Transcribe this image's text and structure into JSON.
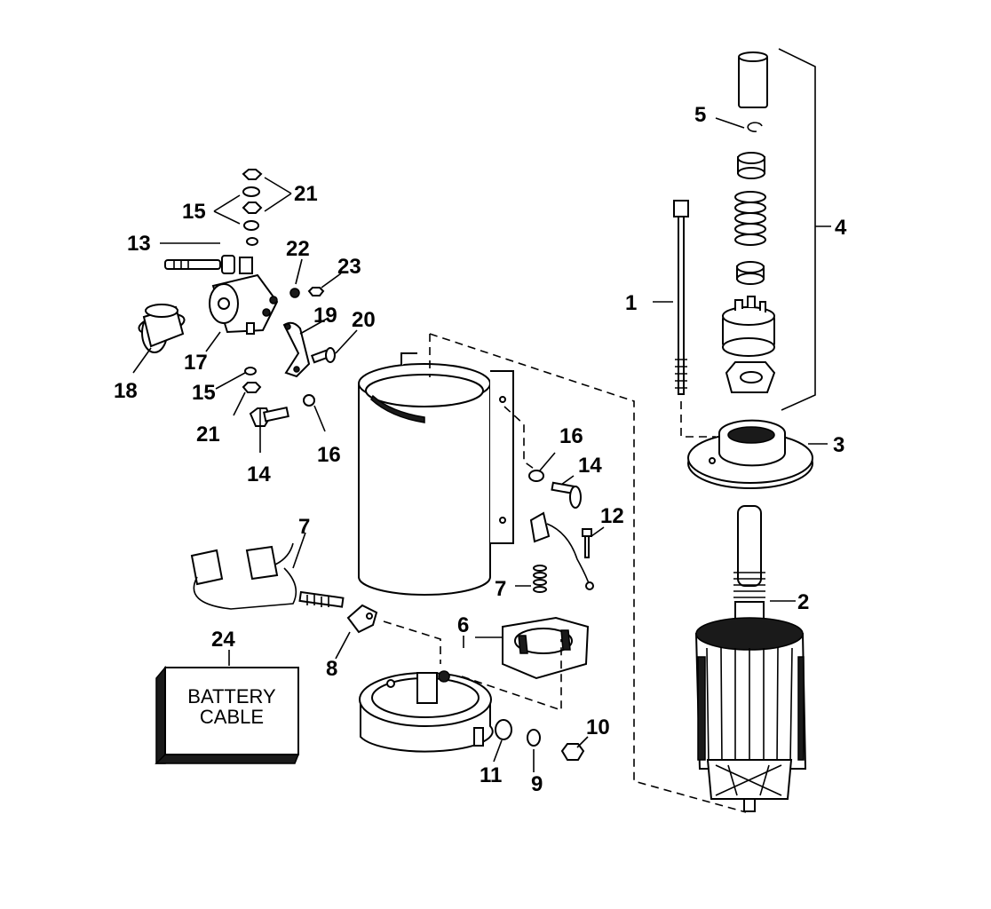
{
  "callouts": [
    "1",
    "2",
    "3",
    "4",
    "5",
    "6",
    "7",
    "7",
    "8",
    "9",
    "10",
    "11",
    "12",
    "13",
    "14",
    "14",
    "15",
    "15",
    "16",
    "16",
    "17",
    "18",
    "19",
    "20",
    "21",
    "21",
    "22",
    "23",
    "24"
  ],
  "battery_cable_box": {
    "line1": "BATTERY",
    "line2": "CABLE"
  }
}
